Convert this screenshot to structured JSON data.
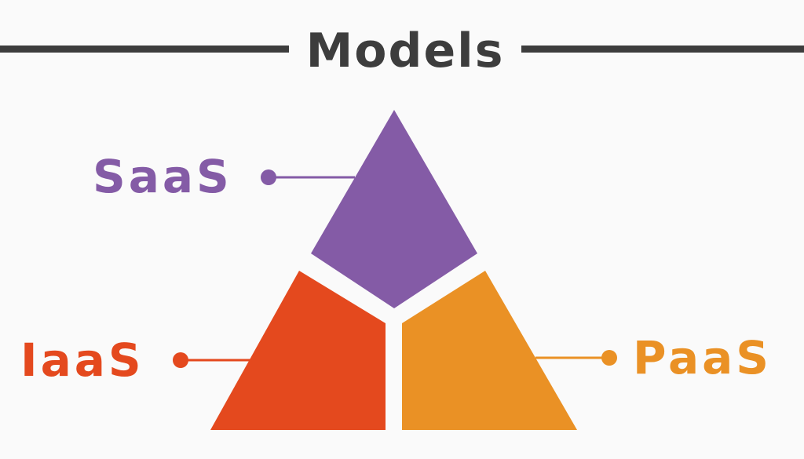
{
  "header": {
    "title": "Models"
  },
  "diagram": {
    "type": "pyramid",
    "segments": [
      {
        "id": "saas",
        "label": "SaaS",
        "position": "top",
        "color": "#845ba6"
      },
      {
        "id": "iaas",
        "label": "IaaS",
        "position": "bottom-left",
        "color": "#e4491e"
      },
      {
        "id": "paas",
        "label": "PaaS",
        "position": "bottom-right",
        "color": "#ea9125"
      }
    ]
  },
  "colors": {
    "background": "#fafafa",
    "title": "#3d3d3d",
    "saas": "#845ba6",
    "iaas": "#e4491e",
    "paas": "#ea9125"
  }
}
